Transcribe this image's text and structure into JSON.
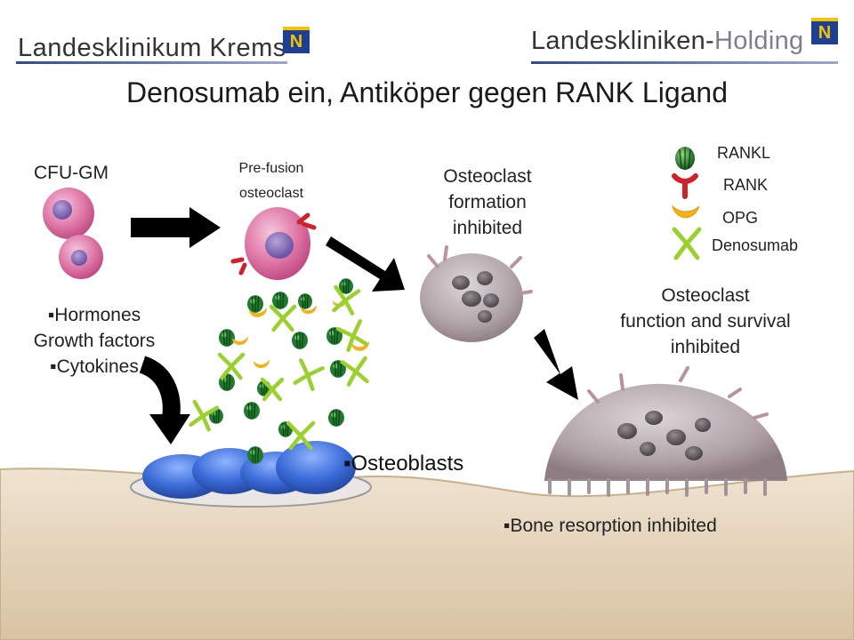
{
  "header": {
    "left_logo": "Landesklinikum Krems",
    "right_logo_part1": "Landeskliniken-",
    "right_logo_part2": "Holding",
    "logo_badge": "N"
  },
  "title": "Denosumab ein, Antiköper gegen RANK Ligand",
  "labels": {
    "cfu_gm": "CFU-GM",
    "pre_fusion_1": "Pre-fusion",
    "pre_fusion_2": "osteoclast",
    "formation_1": "Osteoclast",
    "formation_2": "formation",
    "formation_3": "inhibited",
    "function_1": "Osteoclast",
    "function_2": "function and survival",
    "function_3": "inhibited",
    "hormones": "▪Hormones",
    "growth": "Growth factors",
    "cytokines": "▪Cytokines",
    "osteoblasts": "▪Osteoblasts",
    "bone_resorption": "▪Bone resorption inhibited"
  },
  "legend": {
    "items": [
      {
        "label": "RANKL",
        "icon": "rankl-icon"
      },
      {
        "label": "RANK",
        "icon": "rank-icon"
      },
      {
        "label": "OPG",
        "icon": "opg-icon"
      },
      {
        "label": "Denosumab",
        "icon": "denosumab-icon"
      }
    ]
  },
  "colors": {
    "rankl": "#1f7a2e",
    "rank": "#d0202a",
    "opg": "#f2b31a",
    "denosumab": "#9bd12f",
    "cell_pink": "#d96a9a",
    "osteoclast_gray": "#a89aa0",
    "osteoblast_blue": "#3d6fd6",
    "bone": "#e7d6bf"
  }
}
